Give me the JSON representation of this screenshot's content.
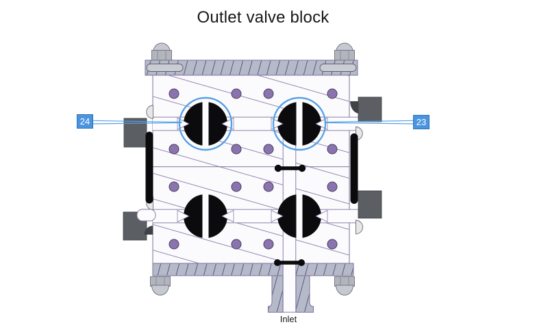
{
  "title": "Outlet valve block",
  "diagram": {
    "callout_left": {
      "label": "24"
    },
    "callout_right": {
      "label": "23"
    },
    "inlet_label": "Inlet"
  },
  "colors": {
    "accent_blue": "#55a0e6",
    "callout_fill": "#4a94e0",
    "callout_border": "#2e6fb6",
    "callout_text": "#ffffff",
    "outline_purple": "#7d6f9b",
    "hatch_purple": "#9486b3",
    "flange_fill": "#b5bac9",
    "flange_hatch_color": "#5f5383",
    "dot_fill": "#8b74ad",
    "dot_border": "#463a63",
    "port_gray": "#5b5f64",
    "seal_black": "#0b0b0d",
    "metal_light": "#c6c9d1",
    "metal_mid": "#b2b5bd",
    "title_color": "#161616"
  }
}
